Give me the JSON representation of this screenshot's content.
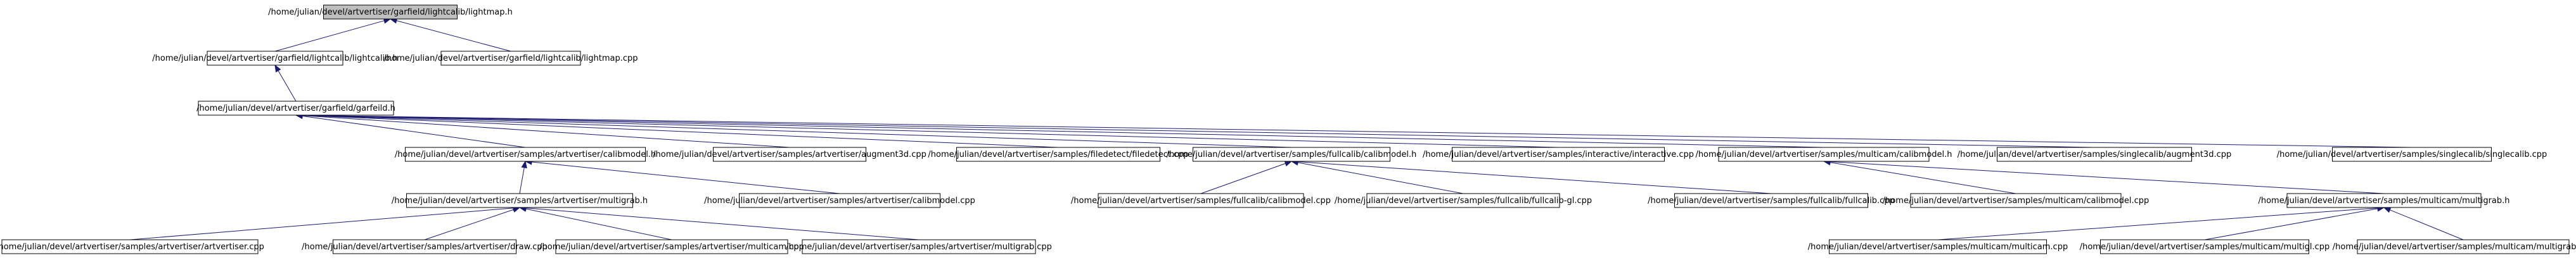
{
  "colors": {
    "edge": "#191970",
    "root_fill": "#bfbfbf",
    "node_fill": "#ffffff",
    "node_stroke": "#000000"
  },
  "nodes": [
    {
      "id": "n0",
      "label": "/home/julian/devel/artvertiser/garfield/lightcalib/lightmap.h",
      "root": true
    },
    {
      "id": "n1",
      "label": "/home/julian/devel/artvertiser/garfield/lightcalib/lightcalib.h"
    },
    {
      "id": "n2",
      "label": "/home/julian/devel/artvertiser/garfield/lightcalib/lightmap.cpp"
    },
    {
      "id": "n3",
      "label": "/home/julian/devel/artvertiser/garfield/garfeild.h"
    },
    {
      "id": "n4",
      "label": "/home/julian/devel/artvertiser/samples/artvertiser/calibmodel.h"
    },
    {
      "id": "n5",
      "label": "/home/julian/devel/artvertiser/samples/artvertiser/augment3d.cpp"
    },
    {
      "id": "n6",
      "label": "/home/julian/devel/artvertiser/samples/filedetect/filedetect.cpp"
    },
    {
      "id": "n7",
      "label": "/home/julian/devel/artvertiser/samples/fullcalib/calibmodel.h"
    },
    {
      "id": "n8",
      "label": "/home/julian/devel/artvertiser/samples/interactive/interactive.cpp"
    },
    {
      "id": "n9",
      "label": "/home/julian/devel/artvertiser/samples/multicam/calibmodel.h"
    },
    {
      "id": "n10",
      "label": "/home/julian/devel/artvertiser/samples/singlecalib/augment3d.cpp"
    },
    {
      "id": "n11",
      "label": "/home/julian/devel/artvertiser/samples/singlecalib/singlecalib.cpp"
    },
    {
      "id": "n12",
      "label": "/home/julian/devel/artvertiser/samples/artvertiser/multigrab.h"
    },
    {
      "id": "n13",
      "label": "/home/julian/devel/artvertiser/samples/artvertiser/calibmodel.cpp"
    },
    {
      "id": "n14",
      "label": "/home/julian/devel/artvertiser/samples/fullcalib/calibmodel.cpp"
    },
    {
      "id": "n15",
      "label": "/home/julian/devel/artvertiser/samples/fullcalib/fullcalib-gl.cpp"
    },
    {
      "id": "n16",
      "label": "/home/julian/devel/artvertiser/samples/fullcalib/fullcalib.cpp"
    },
    {
      "id": "n17",
      "label": "/home/julian/devel/artvertiser/samples/multicam/calibmodel.cpp"
    },
    {
      "id": "n18",
      "label": "/home/julian/devel/artvertiser/samples/multicam/multigrab.h"
    },
    {
      "id": "n19",
      "label": "/home/julian/devel/artvertiser/samples/artvertiser/artvertiser.cpp"
    },
    {
      "id": "n20",
      "label": "/home/julian/devel/artvertiser/samples/artvertiser/draw.cpp"
    },
    {
      "id": "n21",
      "label": "/home/julian/devel/artvertiser/samples/artvertiser/multicam.cpp"
    },
    {
      "id": "n22",
      "label": "/home/julian/devel/artvertiser/samples/artvertiser/multigrab.cpp"
    },
    {
      "id": "n23",
      "label": "/home/julian/devel/artvertiser/samples/multicam/multicam.cpp"
    },
    {
      "id": "n24",
      "label": "/home/julian/devel/artvertiser/samples/multicam/multigl.cpp"
    },
    {
      "id": "n25",
      "label": "/home/julian/devel/artvertiser/samples/multicam/multigrab.cpp"
    }
  ],
  "edges": [
    [
      "n1",
      "n0"
    ],
    [
      "n2",
      "n0"
    ],
    [
      "n3",
      "n1"
    ],
    [
      "n4",
      "n3"
    ],
    [
      "n5",
      "n3"
    ],
    [
      "n6",
      "n3"
    ],
    [
      "n7",
      "n3"
    ],
    [
      "n8",
      "n3"
    ],
    [
      "n9",
      "n3"
    ],
    [
      "n10",
      "n3"
    ],
    [
      "n11",
      "n3"
    ],
    [
      "n12",
      "n4"
    ],
    [
      "n13",
      "n4"
    ],
    [
      "n14",
      "n7"
    ],
    [
      "n15",
      "n7"
    ],
    [
      "n16",
      "n7"
    ],
    [
      "n17",
      "n9"
    ],
    [
      "n18",
      "n9"
    ],
    [
      "n19",
      "n12"
    ],
    [
      "n20",
      "n12"
    ],
    [
      "n21",
      "n12"
    ],
    [
      "n22",
      "n12"
    ],
    [
      "n23",
      "n18"
    ],
    [
      "n24",
      "n18"
    ],
    [
      "n25",
      "n18"
    ]
  ]
}
